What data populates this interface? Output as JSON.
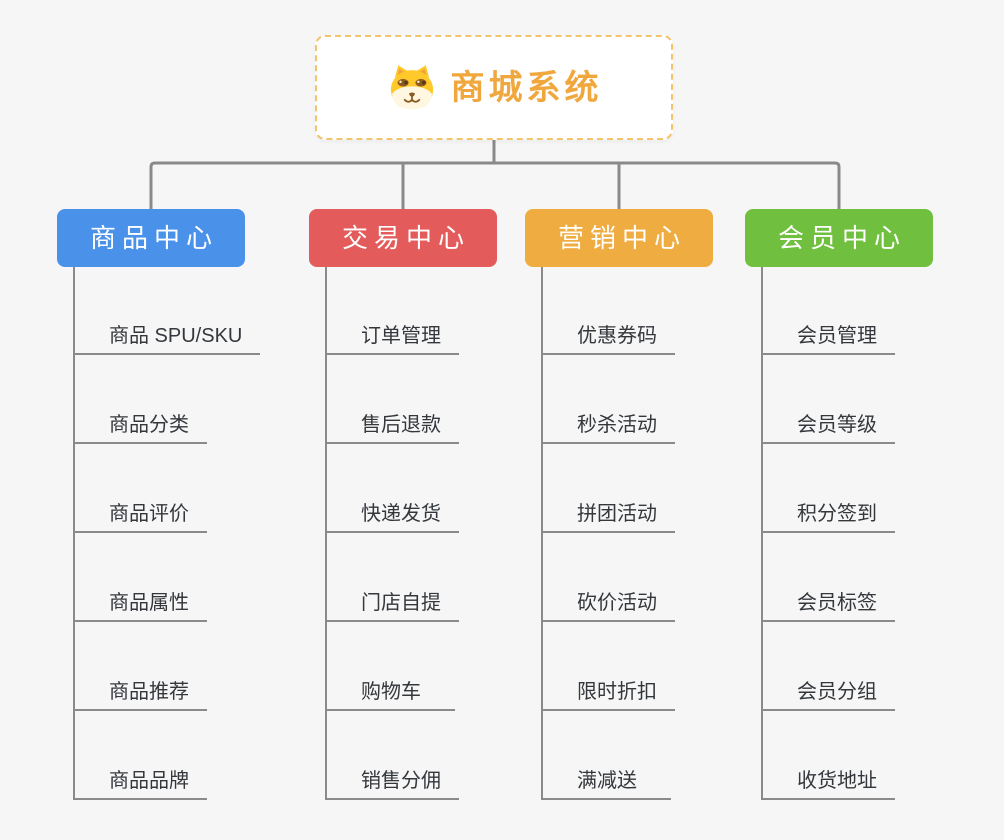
{
  "page": {
    "background": "#f5f6f5"
  },
  "root": {
    "title": "商城系统",
    "icon": "dog-face-icon",
    "title_color": "#EFA73E",
    "border_color": "#F3C36E",
    "fill": "#FFFFFF"
  },
  "connectors": {
    "color": "#8A8A8A"
  },
  "items_style": {
    "line_color": "#8A8A8A",
    "text_color": "#34373C"
  },
  "branches": [
    {
      "label": "商品中心",
      "color": "#4A91EA",
      "items": [
        "商品 SPU/SKU",
        "商品分类",
        "商品评价",
        "商品属性",
        "商品推荐",
        "商品品牌"
      ]
    },
    {
      "label": "交易中心",
      "color": "#E45B5B",
      "items": [
        "订单管理",
        "售后退款",
        "快递发货",
        "门店自提",
        "购物车",
        "销售分佣"
      ]
    },
    {
      "label": "营销中心",
      "color": "#EFAC41",
      "items": [
        "优惠券码",
        "秒杀活动",
        "拼团活动",
        "砍价活动",
        "限时折扣",
        "满减送"
      ]
    },
    {
      "label": "会员中心",
      "color": "#70BF3E",
      "items": [
        "会员管理",
        "会员等级",
        "积分签到",
        "会员标签",
        "会员分组",
        "收货地址"
      ]
    }
  ]
}
